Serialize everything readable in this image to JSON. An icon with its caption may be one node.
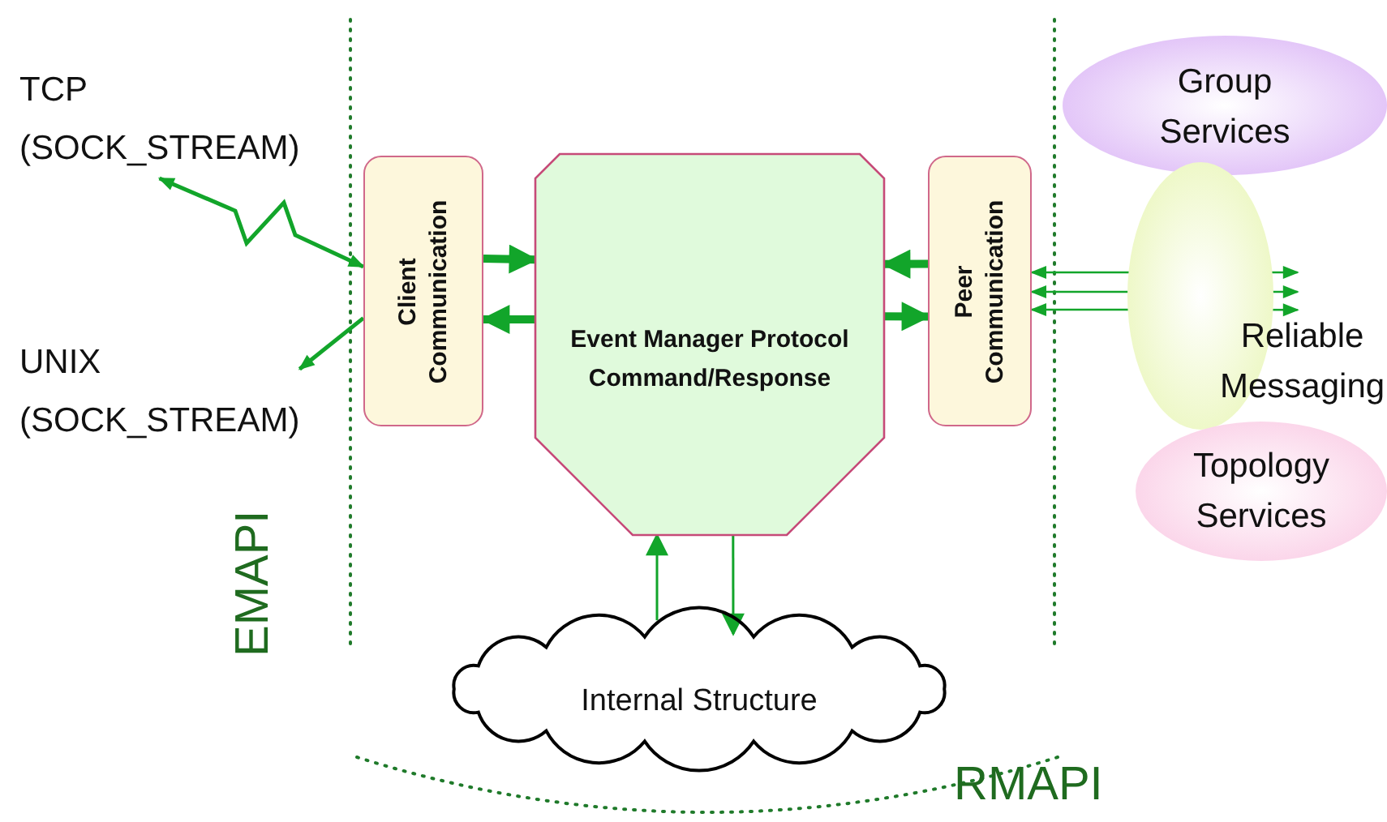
{
  "diagram": {
    "nodes": [
      {
        "text": [
          "TCP (SOCK_STREAM)"
        ]
      },
      {
        "text": [
          "UNIX (SOCK_STREAM)"
        ]
      },
      {
        "text": [
          "Client Communication"
        ]
      },
      {
        "text": [
          "Event Manager Protocol Command/Response"
        ]
      },
      {
        "text": [
          "Peer Communication"
        ]
      },
      {
        "text": [
          "Group Services"
        ]
      },
      {
        "text": [
          "Reliable Messaging"
        ]
      },
      {
        "text": [
          "Topology Services"
        ]
      },
      {
        "text": [
          "Internal Structure"
        ]
      }
    ],
    "edges": [
      {
        "from": 2,
        "to": 0,
        "arrow": "both"
      },
      {
        "from": 2,
        "to": 1,
        "arrow": "to"
      },
      {
        "from": 2,
        "to": 3,
        "arrow": "to",
        "style": "thick"
      },
      {
        "from": 3,
        "to": 2,
        "arrow": "to",
        "style": "thick"
      },
      {
        "from": 4,
        "to": 3,
        "arrow": "to",
        "style": "thick"
      },
      {
        "from": 3,
        "to": 4,
        "arrow": "to",
        "style": "thick"
      },
      {
        "from": 4,
        "to": 6,
        "arrow": "both"
      },
      {
        "from": 4,
        "to": 6,
        "arrow": "both"
      },
      {
        "from": 4,
        "to": 6,
        "arrow": "both"
      },
      {
        "from": 8,
        "to": 3,
        "arrow": "to"
      },
      {
        "from": 3,
        "to": 8,
        "arrow": "to"
      }
    ],
    "labels": [
      "EMAPI",
      "RMAPI"
    ]
  }
}
